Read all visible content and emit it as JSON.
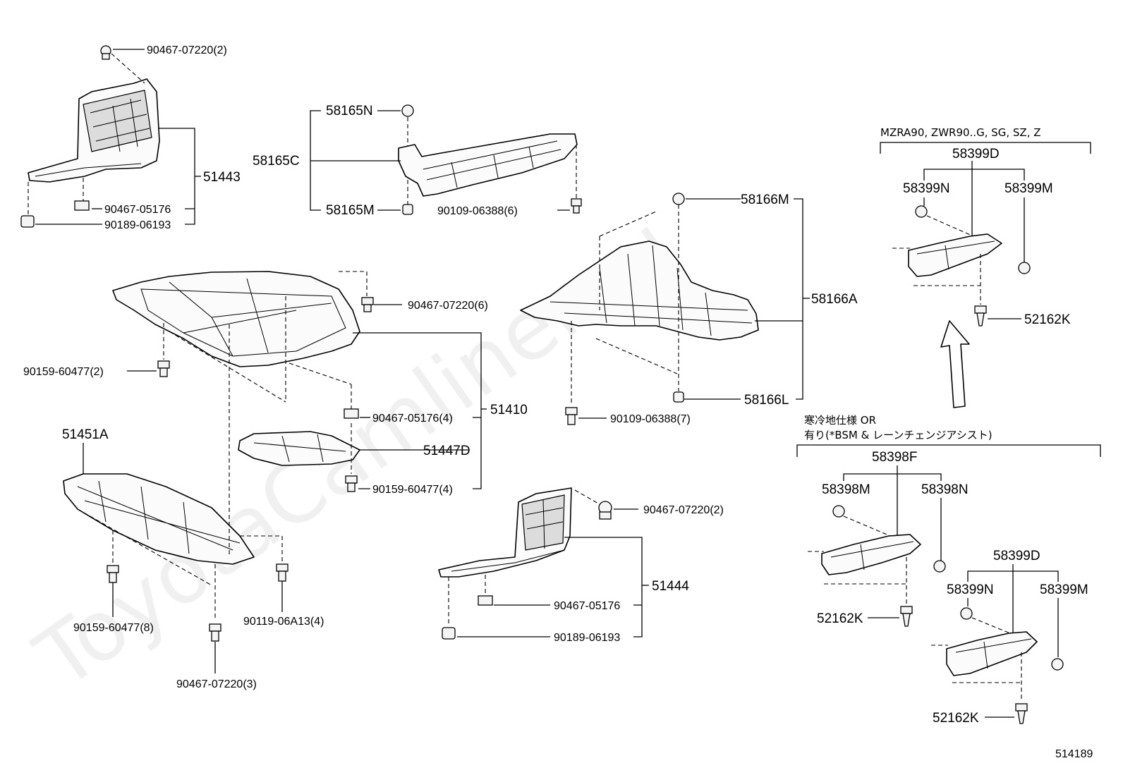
{
  "watermark": "ToyotaCamliner.ru",
  "figure_number": "514189",
  "japanese_notes": {
    "variant_models": "MZRA90, ZWR90..G, SG, SZ, Z",
    "cold_spec_line1": "寒冷地仕様 OR",
    "cold_spec_line2": "有り(*BSM & レーンチェンジアシスト)"
  },
  "part_labels": {
    "p51443": "51443",
    "f90467_07220_2_top": "90467-07220(2)",
    "f90467_05176_left": "90467-05176",
    "f90189_06193_left": "90189-06193",
    "p58165C": "58165C",
    "p58165N": "58165N",
    "p58165M": "58165M",
    "f90109_06388_6": "90109-06388(6)",
    "f90467_07220_6": "90467-07220(6)",
    "f90159_60477_2": "90159-60477(2)",
    "f90467_05176_4": "90467-05176(4)",
    "p51410": "51410",
    "p51447D": "51447D",
    "f90159_60477_4": "90159-60477(4)",
    "p51451A": "51451A",
    "f90159_60477_8": "90159-60477(8)",
    "f90119_06A13_4": "90119-06A13(4)",
    "f90467_07220_3": "90467-07220(3)",
    "p58166M": "58166M",
    "p58166A": "58166A",
    "p58166L": "58166L",
    "f90109_06388_7": "90109-06388(7)",
    "f90467_07220_2_mid": "90467-07220(2)",
    "p51444": "51444",
    "f90467_05176_right": "90467-05176",
    "f90189_06193_right": "90189-06193",
    "p58399D_top": "58399D",
    "p58399N_top": "58399N",
    "p58399M_top": "58399M",
    "p52162K_top": "52162K",
    "p58398F": "58398F",
    "p58398M": "58398M",
    "p58398N": "58398N",
    "p52162K_mid": "52162K",
    "p58399D_bot": "58399D",
    "p58399N_bot": "58399N",
    "p58399M_bot": "58399M",
    "p52162K_bot": "52162K"
  }
}
